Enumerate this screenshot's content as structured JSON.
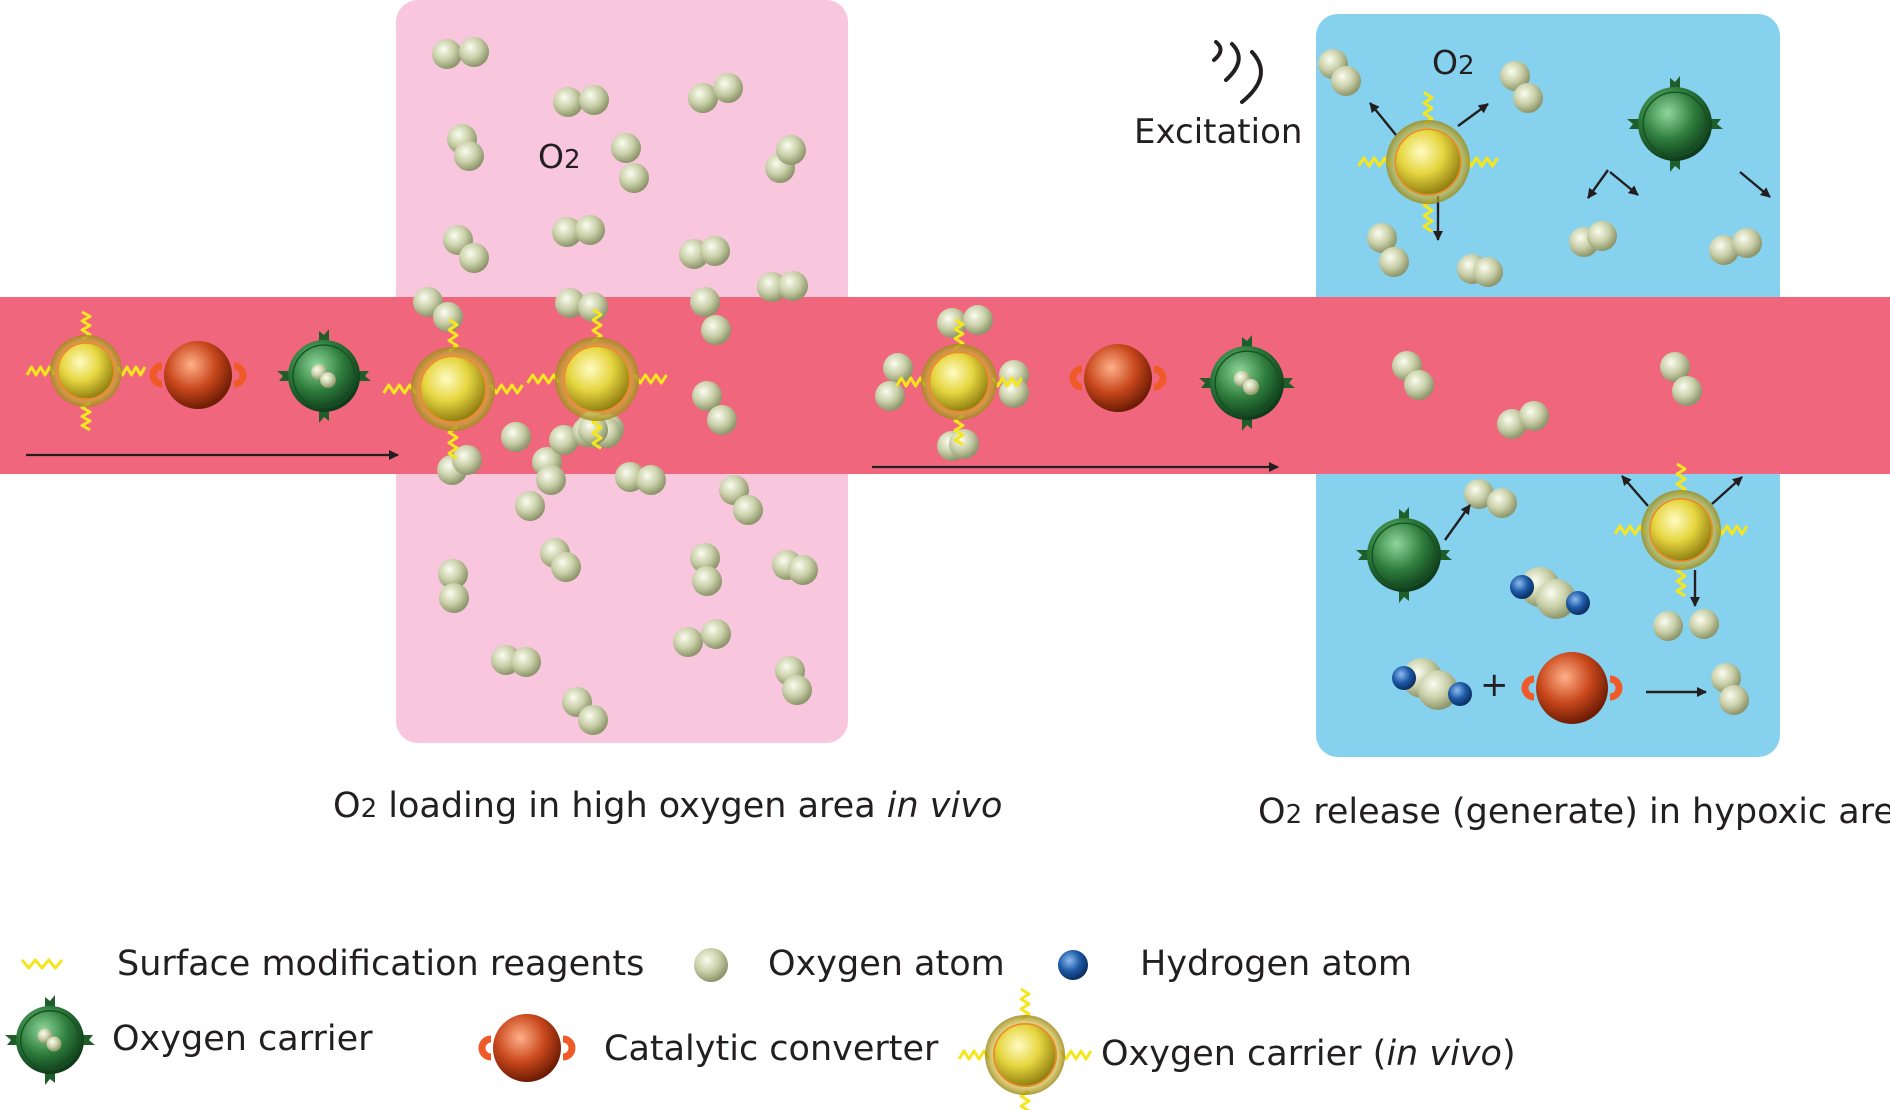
{
  "o2_symbol": "O",
  "o2_subscript": "2",
  "panel_loading": {
    "o2_label": "O2"
  },
  "panel_release": {
    "o2_label": "O2",
    "excitation_label": "Excitation",
    "plus_sign": "+"
  },
  "captions": {
    "loading_main": "loading in high oxygen area ",
    "loading_italic": "in vivo",
    "release_main": "release (generate) in hypoxic area"
  },
  "legend": {
    "surface_reagents": "Surface modification reagents",
    "oxygen_atom": "Oxygen atom",
    "hydrogen_atom": "Hydrogen atom",
    "oxygen_carrier": "Oxygen carrier",
    "catalytic_converter": "Catalytic converter",
    "carrier_in_vivo_main": "Oxygen carrier (",
    "carrier_in_vivo_italic": "in vivo",
    "carrier_in_vivo_close": ")"
  },
  "colors": {
    "vessel": "#f0677d",
    "loading_zone": "#f8c6dd",
    "hypoxic_zone": "#86d2ee",
    "oxygen_atom": "#c9cfa8",
    "hydrogen_atom": "#1d5aa6",
    "carrier_green": "#2e7d3c",
    "carrier_yellow": "#e6d640",
    "converter": "#c9481c",
    "reagent": "#f5e61e"
  },
  "icons": {
    "surface_reagent": "zigzag-icon",
    "oxygen_atom": "sphere-icon",
    "hydrogen_atom": "sphere-icon",
    "oxygen_carrier": "green-carrier-icon",
    "catalytic_converter": "red-converter-icon",
    "carrier_in_vivo": "yellow-carrier-icon",
    "excitation": "wave-icon",
    "flow": "arrow-icon"
  }
}
